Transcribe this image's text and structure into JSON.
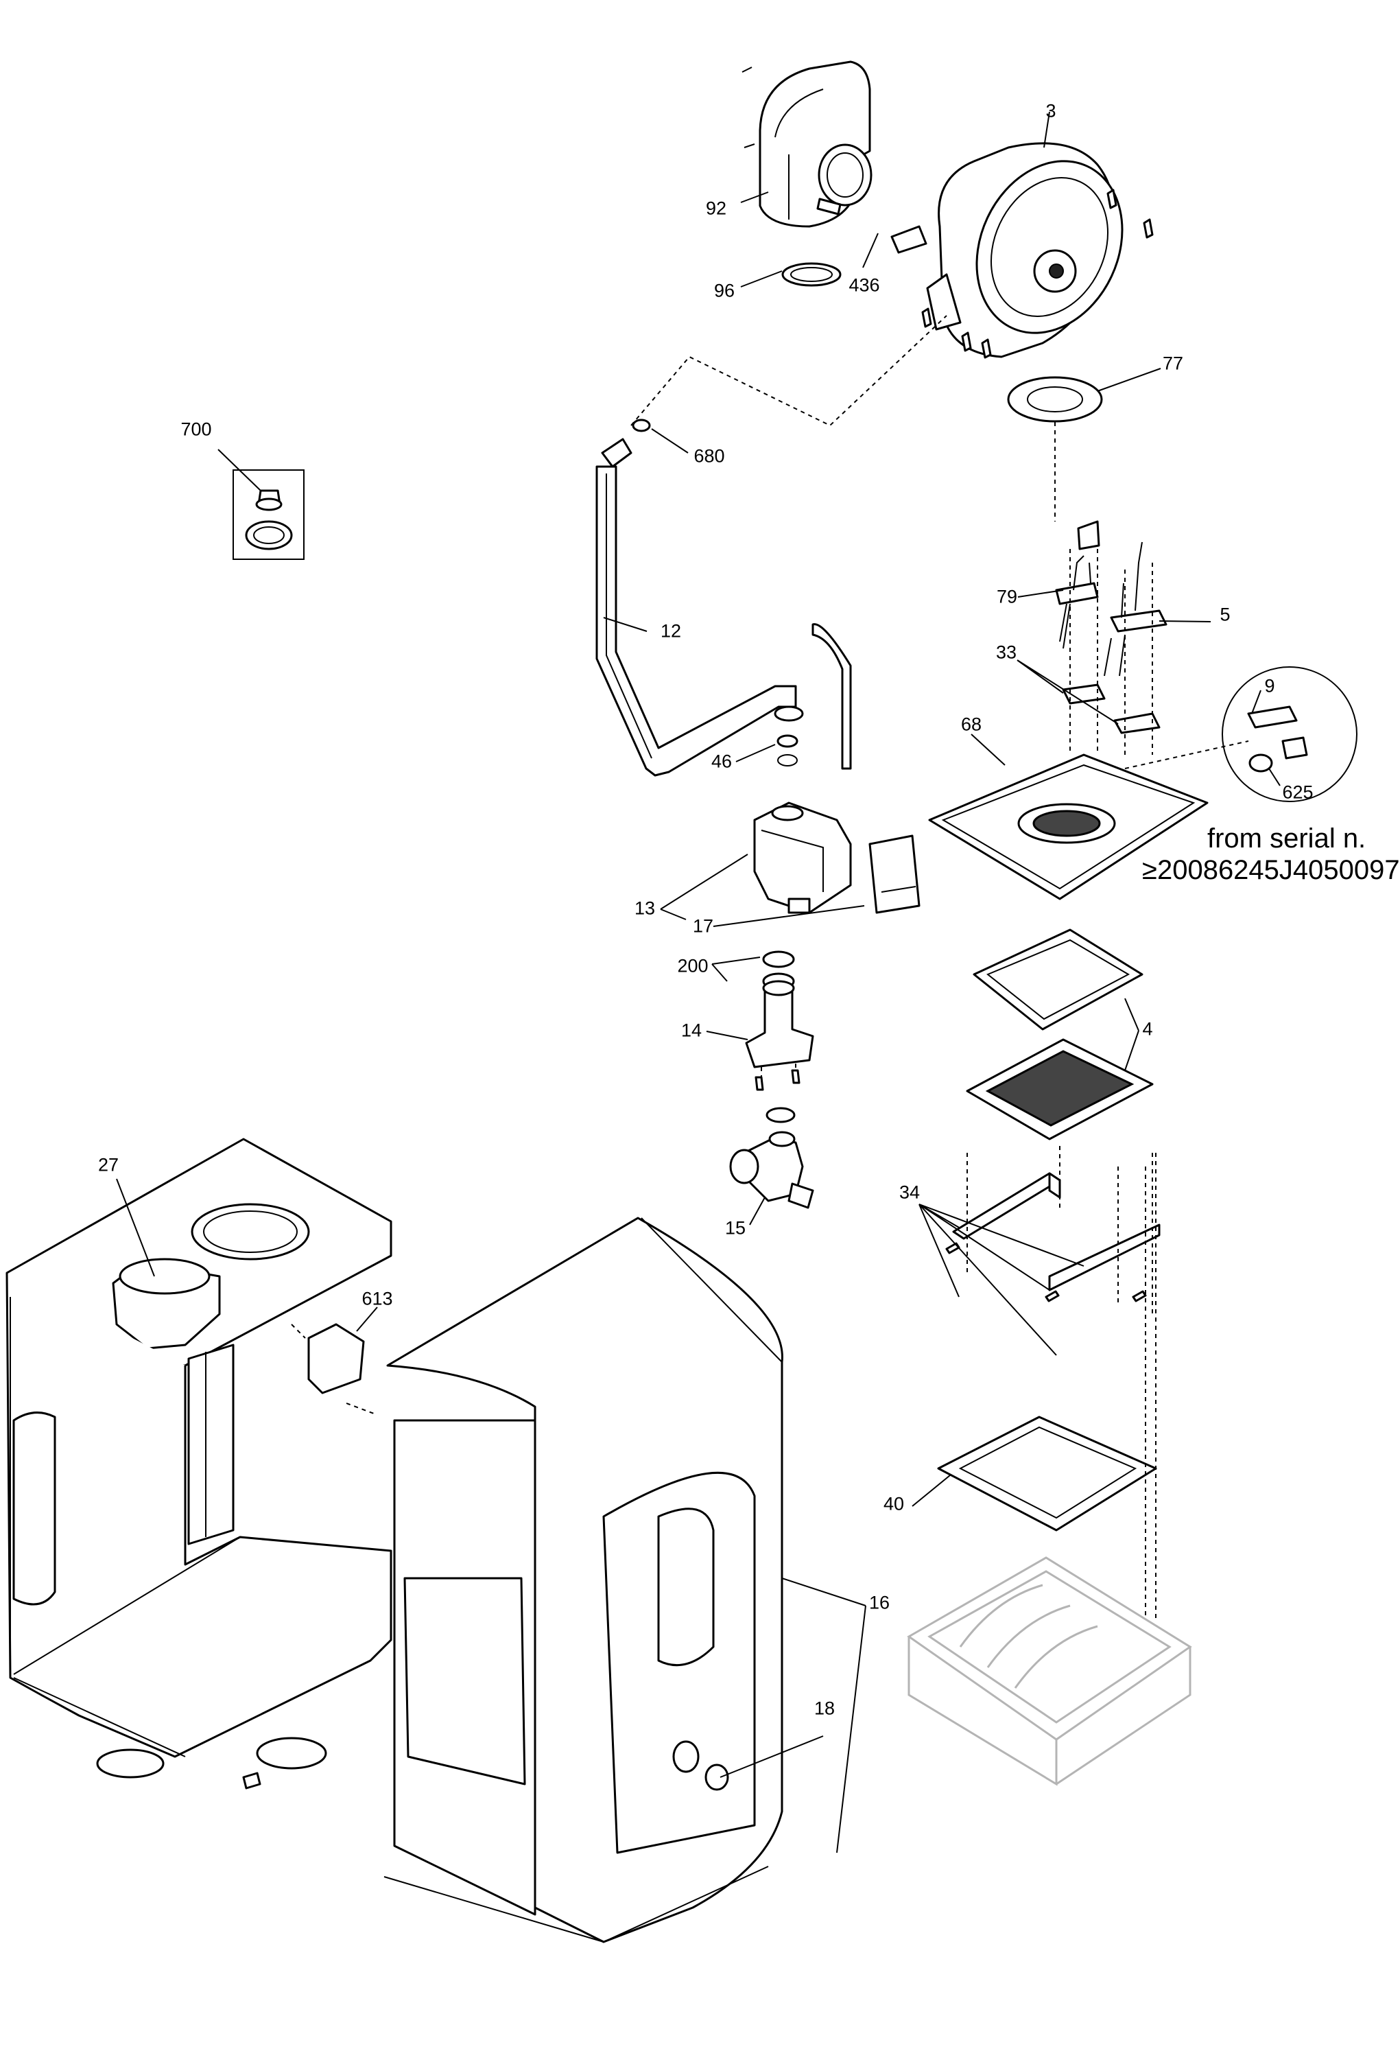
{
  "labels": {
    "l3": "3",
    "l92": "92",
    "l96": "96",
    "l436": "436",
    "l77": "77",
    "l700": "700",
    "l680": "680",
    "l12": "12",
    "l79": "79",
    "l5": "5",
    "l33": "33",
    "l9": "9",
    "l68": "68",
    "l625": "625",
    "l46": "46",
    "l13": "13",
    "l17": "17",
    "l200": "200",
    "l14": "14",
    "l4": "4",
    "l27": "27",
    "l15": "15",
    "l34": "34",
    "l613": "613",
    "l40": "40",
    "l16": "16",
    "l18": "18"
  },
  "serial_note": {
    "line1": "from serial n.",
    "line2": "≥20086245J4050097"
  }
}
